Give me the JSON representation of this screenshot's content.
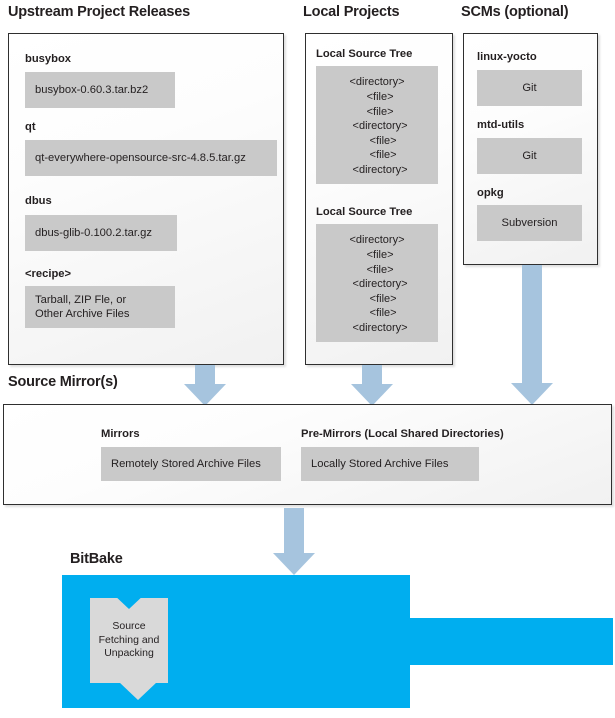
{
  "columns": {
    "upstream_title": "Upstream Project Releases",
    "local_title": "Local Projects",
    "scms_title": "SCMs (optional)",
    "mirror_title": "Source Mirror(s)",
    "bitbake_title": "BitBake"
  },
  "upstream": {
    "entries": [
      {
        "label": "busybox",
        "value": "busybox-0.60.3.tar.bz2"
      },
      {
        "label": "qt",
        "value": "qt-everywhere-opensource-src-4.8.5.tar.gz"
      },
      {
        "label": "dbus",
        "value": "dbus-glib-0.100.2.tar.gz"
      },
      {
        "label": "<recipe>",
        "value_line1": "Tarball, ZIP Fle, or",
        "value_line2": "Other Archive Files"
      }
    ]
  },
  "local_projects": {
    "trees": [
      {
        "label": "Local Source Tree",
        "rows": [
          "<directory>",
          "  <file>",
          "  <file>",
          "  <directory>",
          "    <file>",
          "    <file>",
          "  <directory>"
        ]
      },
      {
        "label": "Local Source Tree",
        "rows": [
          "<directory>",
          "  <file>",
          "  <file>",
          "  <directory>",
          "    <file>",
          "    <file>",
          "  <directory>"
        ]
      }
    ]
  },
  "scms": {
    "entries": [
      {
        "label": "linux-yocto",
        "value": "Git"
      },
      {
        "label": "mtd-utils",
        "value": "Git"
      },
      {
        "label": "opkg",
        "value": "Subversion"
      }
    ]
  },
  "source_mirrors": {
    "entries": [
      {
        "label": "Mirrors",
        "value": "Remotely Stored Archive Files"
      },
      {
        "label": "Pre-Mirrors (Local Shared Directories)",
        "value": "Locally Stored Archive Files"
      }
    ]
  },
  "bitbake": {
    "task_line1": "Source",
    "task_line2": "Fetching and",
    "task_line3": "Unpacking"
  },
  "colors": {
    "bitbake_blue": "#00aeef",
    "arrow_blue": "#a6c4de",
    "box_gray": "#c9c9c9",
    "task_gray": "#d9d9d9",
    "panel_border": "#2f2f2f",
    "text": "#231f20"
  }
}
